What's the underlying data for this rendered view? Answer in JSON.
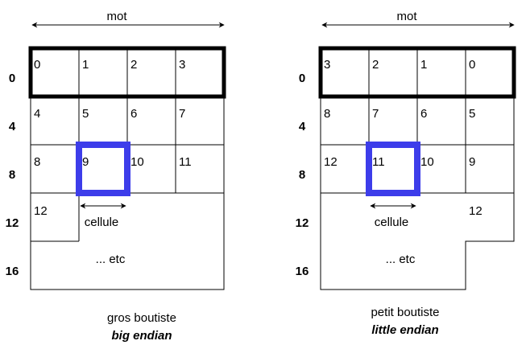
{
  "word_label": "mot",
  "cell_label": "cellule",
  "etc_label": "... etc",
  "addresses": [
    "0",
    "4",
    "8",
    "12",
    "16"
  ],
  "colors": {
    "word_border": "#000000",
    "cell_highlight": "#3d3dea",
    "lines": "#000000"
  },
  "panels": [
    {
      "id": "big",
      "cells": [
        [
          "0",
          "1",
          "2",
          "3"
        ],
        [
          "4",
          "5",
          "6",
          "7"
        ],
        [
          "8",
          "9",
          "10",
          "11"
        ],
        [
          "12"
        ]
      ],
      "caption": "gros boutiste",
      "caption_em": "big endian"
    },
    {
      "id": "little",
      "cells": [
        [
          "3",
          "2",
          "1",
          "0"
        ],
        [
          "8",
          "7",
          "6",
          "5"
        ],
        [
          "12",
          "11",
          "10",
          "9"
        ],
        [
          "",
          "",
          "",
          "12"
        ]
      ],
      "caption": "petit boutiste",
      "caption_em": "little endian"
    }
  ]
}
